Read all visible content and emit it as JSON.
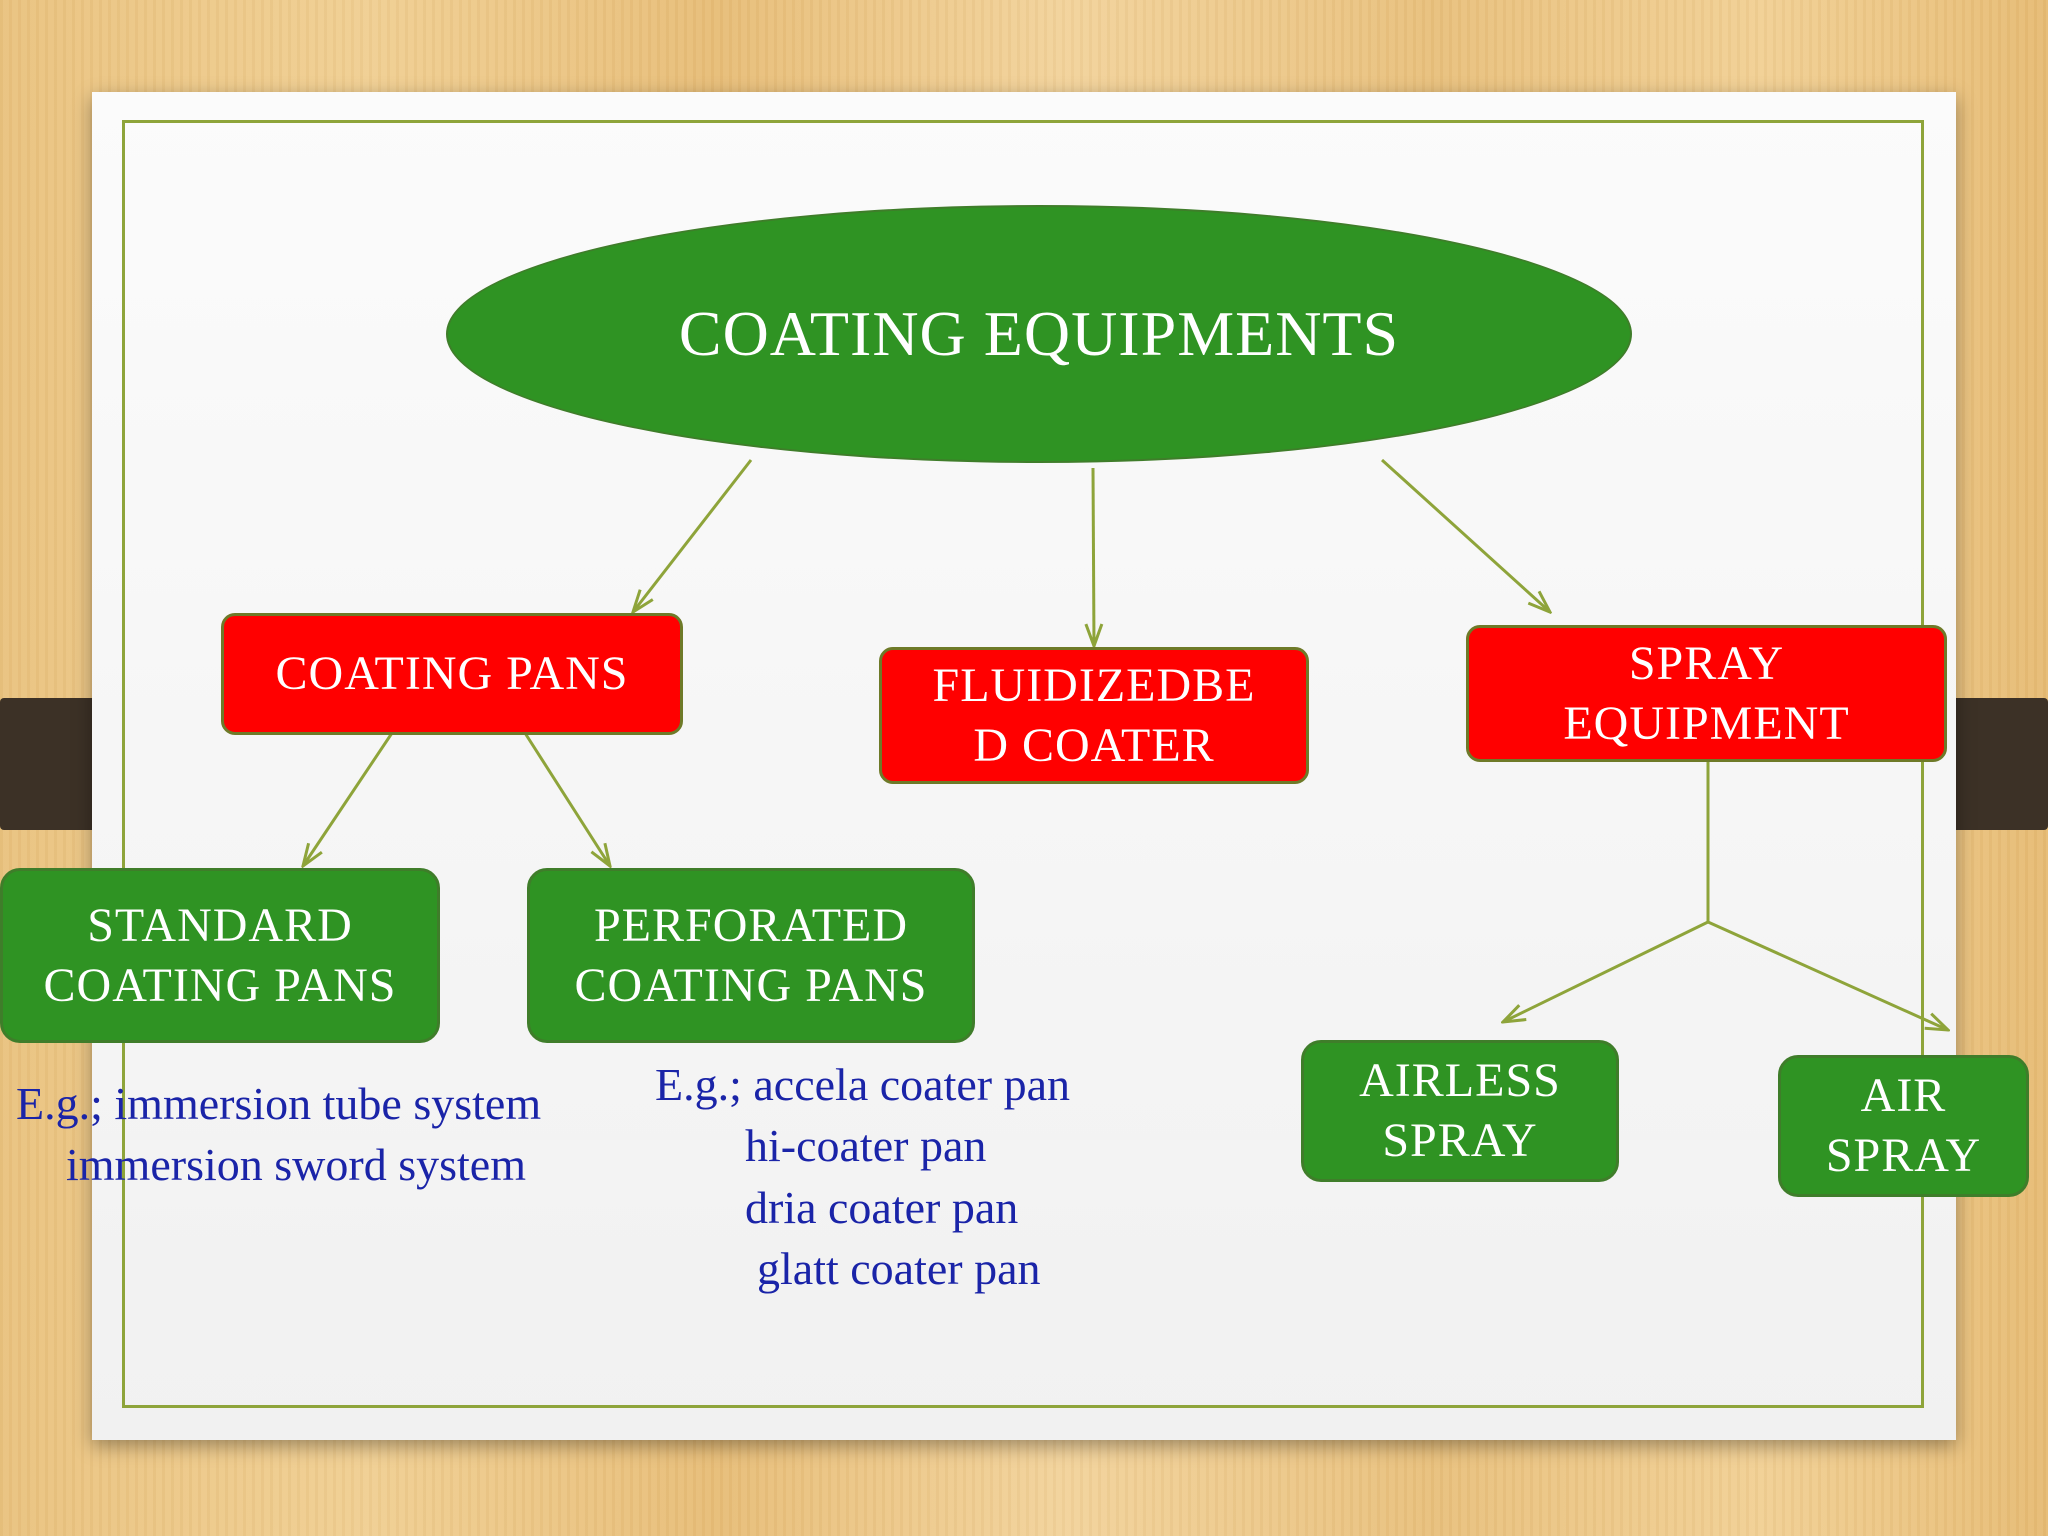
{
  "diagram": {
    "root": "COATING EQUIPMENTS",
    "categories": {
      "coating_pans": "COATING PANS",
      "fluidized_bed": [
        "FLUIDIZEDBE",
        "D COATER"
      ],
      "spray_equipment": [
        "SPRAY",
        "EQUIPMENT"
      ]
    },
    "subtypes": {
      "standard_pans": [
        "STANDARD",
        "COATING PANS"
      ],
      "perforated_pans": [
        "PERFORATED",
        "COATING PANS"
      ],
      "airless_spray": [
        "AIRLESS",
        "SPRAY"
      ],
      "air_spray": [
        "AIR",
        "SPRAY"
      ]
    },
    "examples": {
      "standard": [
        "E.g.; immersion tube system",
        "immersion sword system"
      ],
      "perforated": [
        "E.g.; accela coater pan",
        "hi-coater pan",
        "dria coater pan",
        "glatt coater pan"
      ]
    }
  },
  "colors": {
    "category_fill": "#ff0000",
    "node_fill": "#2f9323",
    "connector": "#8ea43a",
    "example_text": "#1a24a8"
  }
}
